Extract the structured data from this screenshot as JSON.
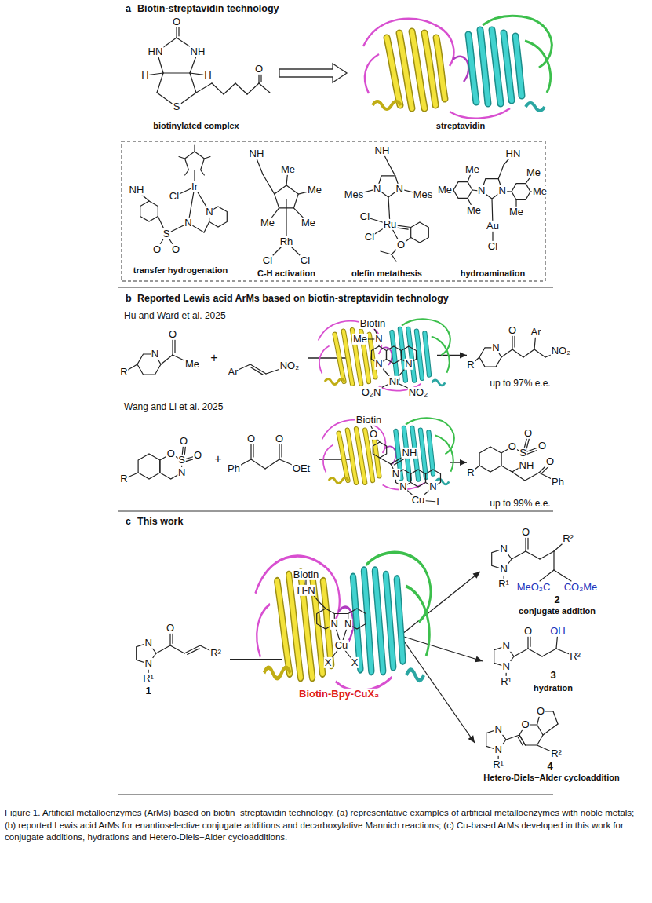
{
  "diagram": {
    "caption": "Figure 1. Artificial metalloenzymes (ArMs) based on biotin−streptavidin technology. (a) representative examples of artificial metalloenzymes with noble metals; (b) reported Lewis acid ArMs for enantioselective conjugate additions and decarboxylative Mannich reactions; (c) Cu-based ArMs developed in this work for conjugate additions, hydrations and Hetero-Diels−Alder cycloadditions.",
    "nodes": [
      {
        "text": [
          "O",
          "HN",
          "NH",
          "H",
          "H",
          "S",
          "O",
          "biotinylated complex"
        ]
      },
      {
        "text": [
          "streptavidin"
        ]
      },
      {
        "text": [
          "Ir",
          "Cl",
          "N",
          "N",
          "S",
          "O",
          "O",
          "NH",
          "transfer hydrogenation"
        ]
      },
      {
        "text": [
          "NH",
          "Me",
          "Me",
          "Me",
          "Me",
          "Rh",
          "Cl",
          "Cl",
          "C-H activation"
        ]
      },
      {
        "text": [
          "NH",
          "N",
          "N",
          "Mes",
          "Mes",
          "Cl",
          "Cl",
          "Ru",
          "O",
          "olefin metathesis"
        ]
      },
      {
        "text": [
          "HN",
          "N",
          "N",
          "Me",
          "Me",
          "Me",
          "Me",
          "Me",
          "Me",
          "Au",
          "Cl",
          "hydroamination"
        ]
      },
      {
        "text": [
          "N",
          "O",
          "Me",
          "R"
        ]
      },
      {
        "text": [
          "Ar",
          "NO₂"
        ]
      },
      {
        "text": [
          "Biotin",
          "Me",
          "N",
          "N",
          "N",
          "Ni",
          "NO₂",
          "O₂N"
        ]
      },
      {
        "text": [
          "N",
          "O",
          "Ar",
          "NO₂",
          "R",
          "up to 97% e.e."
        ]
      },
      {
        "text": [
          "O",
          "O",
          "S",
          "O",
          "N",
          "R"
        ]
      },
      {
        "text": [
          "O",
          "O",
          "Ph",
          "OEt"
        ]
      },
      {
        "text": [
          "Biotin",
          "O",
          "NH",
          "N",
          "N",
          "N",
          "Cu",
          "I"
        ]
      },
      {
        "text": [
          "O",
          "O",
          "S",
          "O",
          "NH",
          "O",
          "Ph",
          "R",
          "up to 99% e.e."
        ]
      },
      {
        "text": [
          "N",
          "N",
          "O",
          "R¹",
          "R²",
          "1"
        ]
      },
      {
        "text": [
          "Biotin",
          "H-N",
          "N",
          "N",
          "Cu",
          "X",
          "X",
          "Biotin-Bpy-CuX₂"
        ]
      },
      {
        "text": [
          "N",
          "N",
          "O",
          "R²",
          "R¹",
          "MeO₂C",
          "CO₂Me",
          "2",
          "conjugate addition"
        ]
      },
      {
        "text": [
          "N",
          "N",
          "O",
          "OH",
          "R²",
          "R¹",
          "3",
          "hydration"
        ]
      },
      {
        "text": [
          "O",
          "O",
          "N",
          "N",
          "R²",
          "R¹",
          "4",
          "Hetero-Diels−Alder cycloaddition"
        ]
      }
    ],
    "edges": [
      {
        "from": 0,
        "to": 1,
        "arrow": "to"
      },
      {
        "from": 7,
        "to": 8,
        "arrow": "none"
      },
      {
        "from": 8,
        "to": 9,
        "arrow": "to"
      },
      {
        "from": 11,
        "to": 12,
        "arrow": "none"
      },
      {
        "from": 12,
        "to": 13,
        "arrow": "to"
      },
      {
        "from": 14,
        "to": 15,
        "arrow": "none"
      },
      {
        "from": 15,
        "to": 16,
        "arrow": "to"
      },
      {
        "from": 15,
        "to": 17,
        "arrow": "to"
      },
      {
        "from": 15,
        "to": 18,
        "arrow": "to"
      }
    ],
    "labels": [
      "a",
      "Biotin-streptavidin technology",
      "b",
      "Reported Lewis acid ArMs based on biotin-streptavidin technology",
      "Hu and Ward et al. 2025",
      "+",
      "Wang and Li et al. 2025",
      "+",
      "c",
      "This work"
    ]
  }
}
